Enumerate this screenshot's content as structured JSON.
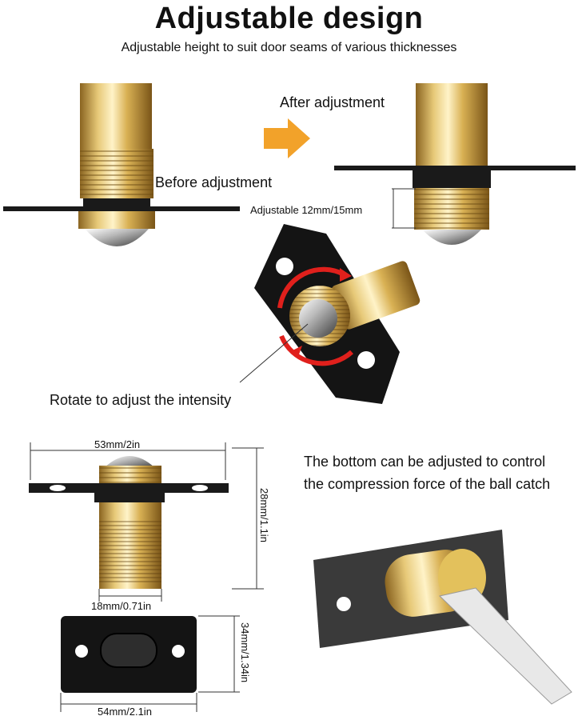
{
  "header": {
    "title": "Adjustable design",
    "subtitle": "Adjustable height to suit door seams of various thicknesses"
  },
  "labels": {
    "before": "Before adjustment",
    "after": "After adjustment",
    "adjustable_range": "Adjustable 12mm/15mm",
    "rotate": "Rotate to adjust the intensity",
    "bottom_note": "The bottom can be adjusted to control the compression force of the ball catch"
  },
  "dimensions": {
    "plate_length": "53mm/2in",
    "height": "28mm/1.1in",
    "diameter": "18mm/0.71in",
    "strike_height": "34mm/1.34in",
    "strike_length": "54mm/2.1in"
  },
  "colors": {
    "brass": "#c9a34a",
    "black": "#1a1a1a",
    "arrow_orange": "#f2a22a",
    "rotate_red": "#e0201c"
  }
}
